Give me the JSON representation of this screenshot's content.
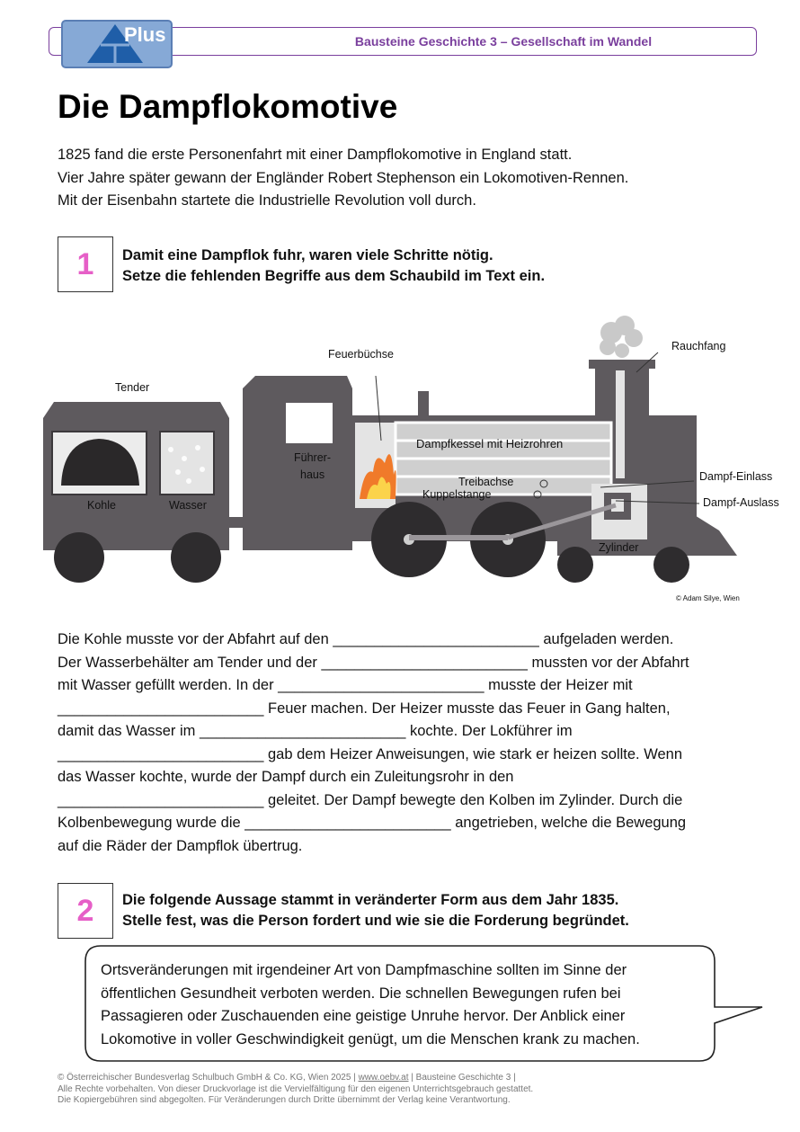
{
  "header": {
    "logo_text": "Plus",
    "series_title": "Bausteine Geschichte 3 – Gesellschaft im Wandel"
  },
  "page": {
    "title": "Die Dampflokomotive",
    "intro": [
      "1825 fand die erste Personenfahrt mit einer Dampflokomotive in England statt.",
      "Vier Jahre später gewann der Engländer Robert Stephenson ein Lokomotiven-Rennen.",
      "Mit der Eisenbahn startete die Industrielle Revolution voll durch."
    ]
  },
  "task1": {
    "number": "1",
    "lines": [
      "Damit eine Dampflok fuhr, waren viele Schritte nötig.",
      "Setze die fehlenden Begriffe aus dem Schaubild im Text ein."
    ]
  },
  "diagram": {
    "labels": {
      "tender": "Tender",
      "feuerbuechse": "Feuerbüchse",
      "rauchfang": "Rauchfang",
      "dampf_einlass": "Dampf-Einlass",
      "dampf_auslass": "Dampf-Auslass",
      "kohle": "Kohle",
      "wasser": "Wasser",
      "fuehrerhaus_1": "Führer-",
      "fuehrerhaus_2": "haus",
      "dampfkessel": "Dampfkessel mit Heizrohren",
      "treibachse": "Treibachse",
      "kuppelstange": "Kuppelstange",
      "zylinder": "Zylinder"
    },
    "credit": "© Adam Silye, Wien",
    "colors": {
      "body": "#5e5a5e",
      "light": "#e4e4e4",
      "flame": "#f07a2a"
    }
  },
  "cloze": {
    "lines": [
      "Die Kohle musste vor der Abfahrt auf den _________________________ aufgeladen werden.",
      "Der Wasserbehälter am Tender und der _________________________ mussten vor der Abfahrt",
      "mit Wasser gefüllt werden. In der _________________________ musste der Heizer mit",
      "_________________________ Feuer machen. Der Heizer musste das Feuer in Gang halten,",
      "damit das Wasser im _________________________ kochte. Der Lokführer im",
      "_________________________ gab dem Heizer Anweisungen, wie stark er heizen sollte. Wenn",
      "das Wasser kochte, wurde der Dampf durch ein Zuleitungsrohr in den",
      "_________________________ geleitet. Der Dampf bewegte den Kolben im Zylinder. Durch die",
      "Kolbenbewegung wurde die _________________________ angetrieben, welche die Bewegung",
      "auf die Räder der Dampflok übertrug."
    ]
  },
  "task2": {
    "number": "2",
    "lines": [
      "Die folgende Aussage stammt in veränderter Form aus dem Jahr 1835.",
      "Stelle fest, was die Person fordert und wie sie die Forderung begründet."
    ],
    "quote": [
      "Ortsveränderungen mit irgendeiner Art von Dampfmaschine sollten im Sinne der",
      "öffentlichen Gesundheit verboten werden. Die schnellen Bewegungen rufen bei",
      "Passagieren oder Zuschauenden eine geistige Unruhe hervor. Der Anblick einer",
      "Lokomotive in voller Geschwindigkeit genügt, um die Menschen krank zu machen."
    ]
  },
  "footer": {
    "line1_prefix": "© Österreichischer Bundesverlag Schulbuch GmbH & Co. KG, Wien 2025 | ",
    "link": "www.oebv.at",
    "line1_suffix": " | Bausteine Geschichte 3 |",
    "line2": "Alle Rechte vorbehalten. Von dieser Druckvorlage ist die Vervielfältigung für den eigenen Unterrichtsgebrauch gestattet.",
    "line3": "Die Kopiergebühren sind abgegolten. Für Veränderungen durch Dritte übernimmt der Verlag keine Verantwortung."
  }
}
